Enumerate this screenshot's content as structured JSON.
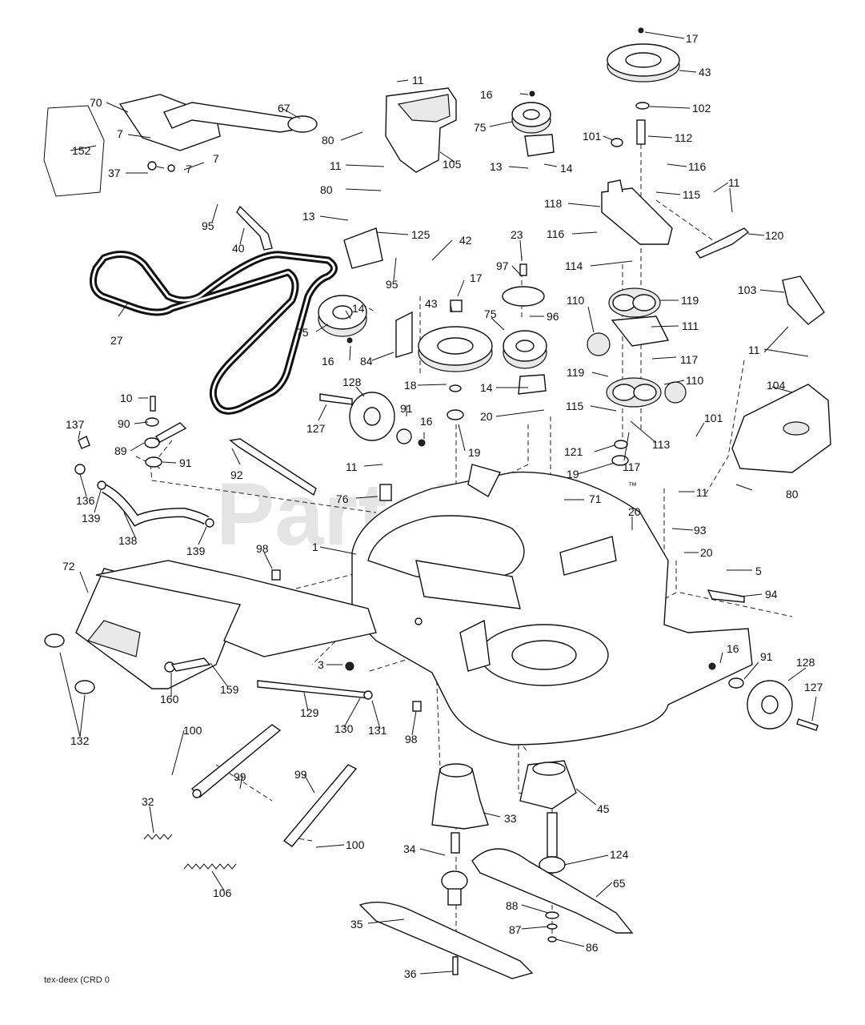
{
  "watermark": "PartsTree",
  "watermark_tm": "™",
  "caption": "tex-deex (CRD 0",
  "callouts": [
    {
      "id": "c17a",
      "text": "17"
    },
    {
      "id": "c43a",
      "text": "43"
    },
    {
      "id": "c102",
      "text": "102"
    },
    {
      "id": "c101a",
      "text": "101"
    },
    {
      "id": "c112",
      "text": "112"
    },
    {
      "id": "c116a",
      "text": "116"
    },
    {
      "id": "c11a",
      "text": "11"
    },
    {
      "id": "c16a",
      "text": "16"
    },
    {
      "id": "c75a",
      "text": "75"
    },
    {
      "id": "c13a",
      "text": "13"
    },
    {
      "id": "c14a",
      "text": "14"
    },
    {
      "id": "c70",
      "text": "70"
    },
    {
      "id": "c67",
      "text": "67"
    },
    {
      "id": "c80a",
      "text": "80"
    },
    {
      "id": "c105",
      "text": "105"
    },
    {
      "id": "c11b",
      "text": "11"
    },
    {
      "id": "c80b",
      "text": "80"
    },
    {
      "id": "c7a",
      "text": "7"
    },
    {
      "id": "c7b",
      "text": "7"
    },
    {
      "id": "c7c",
      "text": "7"
    },
    {
      "id": "c152",
      "text": "152"
    },
    {
      "id": "c37",
      "text": "37"
    },
    {
      "id": "c118",
      "text": "118"
    },
    {
      "id": "c115a",
      "text": "115"
    },
    {
      "id": "c11c",
      "text": "11"
    },
    {
      "id": "c116b",
      "text": "116"
    },
    {
      "id": "c120",
      "text": "120"
    },
    {
      "id": "c95a",
      "text": "95"
    },
    {
      "id": "c40",
      "text": "40"
    },
    {
      "id": "c13b",
      "text": "13"
    },
    {
      "id": "c125",
      "text": "125"
    },
    {
      "id": "c42",
      "text": "42"
    },
    {
      "id": "c23",
      "text": "23"
    },
    {
      "id": "c114",
      "text": "114"
    },
    {
      "id": "c95b",
      "text": "95"
    },
    {
      "id": "c97",
      "text": "97"
    },
    {
      "id": "c17b",
      "text": "17"
    },
    {
      "id": "c103",
      "text": "103"
    },
    {
      "id": "c119a",
      "text": "119"
    },
    {
      "id": "c110a",
      "text": "110"
    },
    {
      "id": "c14b",
      "text": "14"
    },
    {
      "id": "c43b",
      "text": "43"
    },
    {
      "id": "c96",
      "text": "96"
    },
    {
      "id": "c111",
      "text": "111"
    },
    {
      "id": "c75b",
      "text": "75"
    },
    {
      "id": "c75c",
      "text": "75"
    },
    {
      "id": "c27",
      "text": "27"
    },
    {
      "id": "c16b",
      "text": "16"
    },
    {
      "id": "c84",
      "text": "84"
    },
    {
      "id": "c11d",
      "text": "11"
    },
    {
      "id": "c117a",
      "text": "117"
    },
    {
      "id": "c119b",
      "text": "119"
    },
    {
      "id": "c110b",
      "text": "110"
    },
    {
      "id": "c18",
      "text": "18"
    },
    {
      "id": "c14c",
      "text": "14"
    },
    {
      "id": "c104",
      "text": "104"
    },
    {
      "id": "c128a",
      "text": "128"
    },
    {
      "id": "c10",
      "text": "10"
    },
    {
      "id": "c115b",
      "text": "115"
    },
    {
      "id": "c91a",
      "text": "91"
    },
    {
      "id": "c20a",
      "text": "20"
    },
    {
      "id": "c101b",
      "text": "101"
    },
    {
      "id": "c127a",
      "text": "127"
    },
    {
      "id": "c16c",
      "text": "16"
    },
    {
      "id": "c90",
      "text": "90"
    },
    {
      "id": "c137",
      "text": "137"
    },
    {
      "id": "c113",
      "text": "113"
    },
    {
      "id": "c19a",
      "text": "19"
    },
    {
      "id": "c89",
      "text": "89"
    },
    {
      "id": "c121",
      "text": "121"
    },
    {
      "id": "c91b",
      "text": "91"
    },
    {
      "id": "c117b",
      "text": "117"
    },
    {
      "id": "c19b",
      "text": "19"
    },
    {
      "id": "c92",
      "text": "92"
    },
    {
      "id": "c11e",
      "text": "11"
    },
    {
      "id": "c136",
      "text": "136"
    },
    {
      "id": "c80c",
      "text": "80"
    },
    {
      "id": "c76",
      "text": "76"
    },
    {
      "id": "c71",
      "text": "71"
    },
    {
      "id": "c11f",
      "text": "11"
    },
    {
      "id": "c139a",
      "text": "139"
    },
    {
      "id": "c93",
      "text": "93"
    },
    {
      "id": "c20b",
      "text": "20"
    },
    {
      "id": "c138",
      "text": "138"
    },
    {
      "id": "c139b",
      "text": "139"
    },
    {
      "id": "c98a",
      "text": "98"
    },
    {
      "id": "c1",
      "text": "1"
    },
    {
      "id": "c20c",
      "text": "20"
    },
    {
      "id": "c72",
      "text": "72"
    },
    {
      "id": "c5",
      "text": "5"
    },
    {
      "id": "c94",
      "text": "94"
    },
    {
      "id": "c3",
      "text": "3"
    },
    {
      "id": "c16d",
      "text": "16"
    },
    {
      "id": "c91c",
      "text": "91"
    },
    {
      "id": "c128b",
      "text": "128"
    },
    {
      "id": "c160",
      "text": "160"
    },
    {
      "id": "c159",
      "text": "159"
    },
    {
      "id": "c127b",
      "text": "127"
    },
    {
      "id": "c129",
      "text": "129"
    },
    {
      "id": "c130",
      "text": "130"
    },
    {
      "id": "c131",
      "text": "131"
    },
    {
      "id": "c98b",
      "text": "98"
    },
    {
      "id": "c132",
      "text": "132"
    },
    {
      "id": "c100a",
      "text": "100"
    },
    {
      "id": "c99a",
      "text": "99"
    },
    {
      "id": "c99b",
      "text": "99"
    },
    {
      "id": "c45",
      "text": "45"
    },
    {
      "id": "c32",
      "text": "32"
    },
    {
      "id": "c33",
      "text": "33"
    },
    {
      "id": "c100b",
      "text": "100"
    },
    {
      "id": "c34",
      "text": "34"
    },
    {
      "id": "c124",
      "text": "124"
    },
    {
      "id": "c106",
      "text": "106"
    },
    {
      "id": "c65",
      "text": "65"
    },
    {
      "id": "c88",
      "text": "88"
    },
    {
      "id": "c35",
      "text": "35"
    },
    {
      "id": "c87",
      "text": "87"
    },
    {
      "id": "c86",
      "text": "86"
    },
    {
      "id": "c36",
      "text": "36"
    }
  ]
}
